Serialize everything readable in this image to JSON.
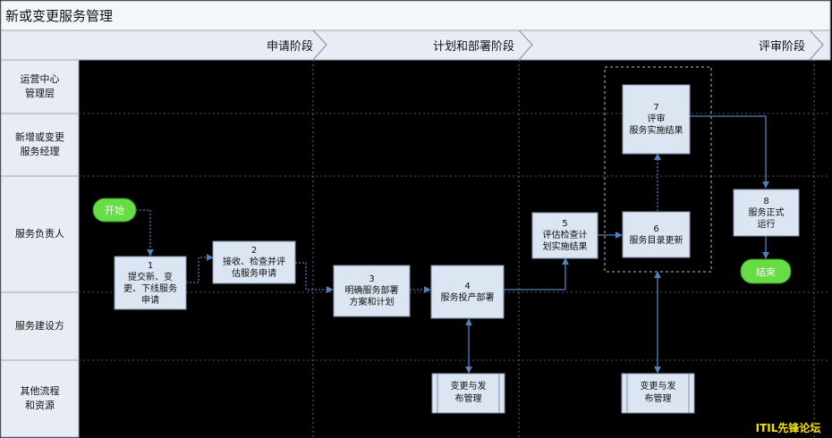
{
  "title": "新或变更服务管理",
  "phases": [
    "申请阶段",
    "计划和部署阶段",
    "评审阶段"
  ],
  "lanes": [
    "运营中心\n管理层",
    "新增或变更\n服务经理",
    "服务负责人",
    "服务建设方",
    "其他流程\n和资源"
  ],
  "start_label": "开始",
  "end_label": "结束",
  "steps": [
    {
      "num": "1",
      "text": "提交新、变\n更、下线服务\n申请"
    },
    {
      "num": "2",
      "text": "接收、检查并评\n估服务申请"
    },
    {
      "num": "3",
      "text": "明确服务部署\n方案和计划"
    },
    {
      "num": "4",
      "text": "服务投产部署"
    },
    {
      "num": "5",
      "text": "评估检查计\n划实施结果"
    },
    {
      "num": "6",
      "text": "服务目录更新"
    },
    {
      "num": "7",
      "text": "评审\n服务实施结果"
    },
    {
      "num": "8",
      "text": "服务正式\n运行"
    }
  ],
  "resources": [
    "变更与发\n布管理",
    "变更与发\n布管理"
  ],
  "watermark": "ITIL先锋论坛",
  "colors": {
    "box_fill": "#dce6f2",
    "arrow": "#4f81bd",
    "start_fill": "#66dd44",
    "title_bg": "#f4f6fa"
  }
}
